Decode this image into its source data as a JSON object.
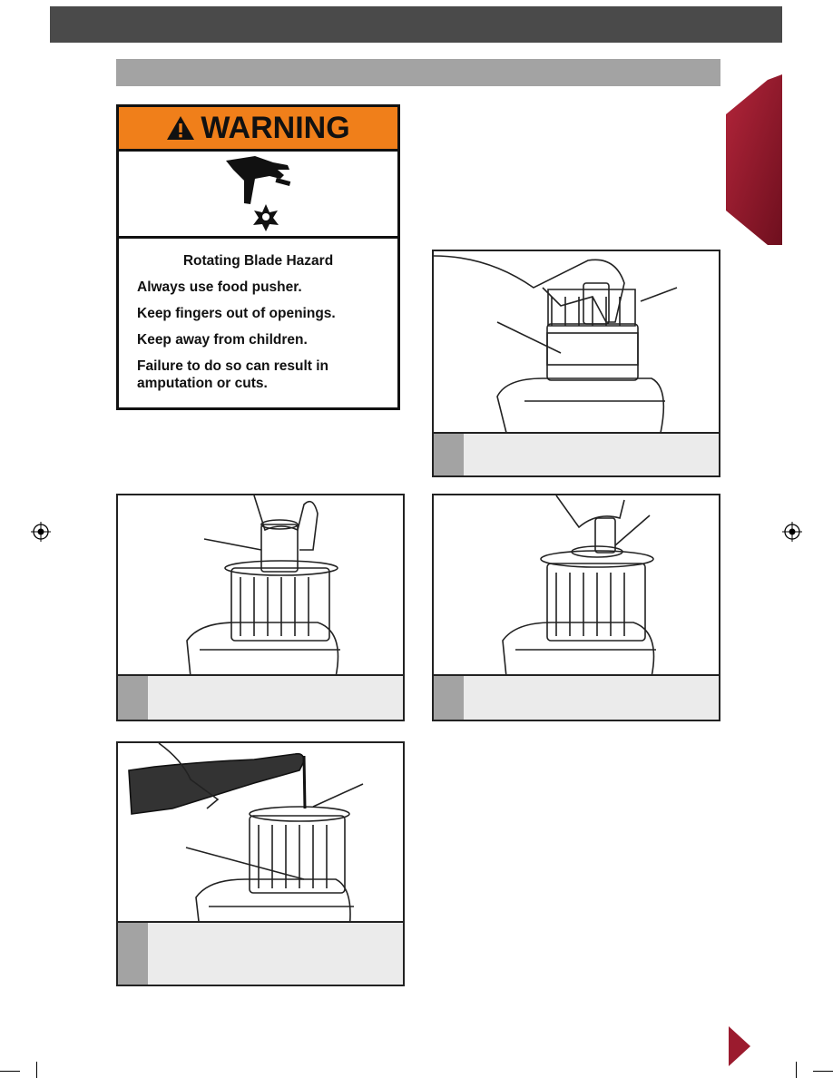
{
  "header": {
    "title": ""
  },
  "section": {
    "title": ""
  },
  "warning": {
    "signal_word": "WARNING",
    "hazard_title": "Rotating Blade Hazard",
    "lines": [
      "Always use food pusher.",
      "Keep fingers out of openings.",
      "Keep away from children.",
      "Failure to do so can result in amputation or cuts."
    ]
  },
  "figures": [
    {
      "caption": ""
    },
    {
      "caption": ""
    },
    {
      "caption": ""
    },
    {
      "caption": ""
    }
  ],
  "colors": {
    "header": "#4a4a4a",
    "section": "#a3a3a3",
    "warning": "#f07f1a",
    "tab": "#9b1b2e"
  },
  "icons": [
    "warning-triangle-icon",
    "hand-blade-hazard-icon",
    "next-page-arrow-icon",
    "registration-mark-icon"
  ]
}
